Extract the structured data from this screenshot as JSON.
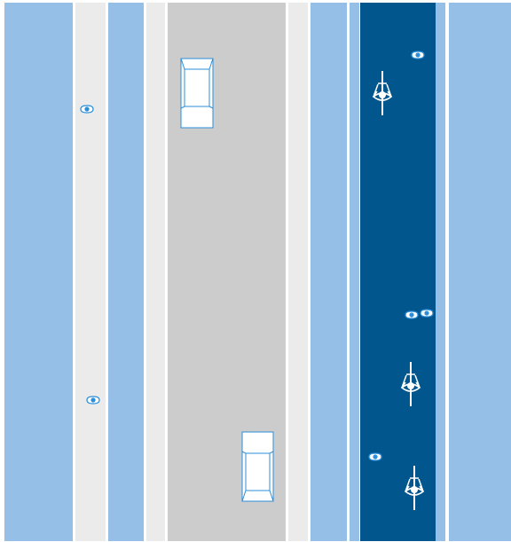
{
  "colors": {
    "background": "#ffffff",
    "zone_light_blue": "#96bfe7",
    "zone_white_gray": "#ebebeb",
    "roadway_gray": "#cccccc",
    "bike_lane_dark_blue": "#02568e",
    "vehicle_fill": "#ffffff",
    "vehicle_stroke": "#2b8ed9",
    "cyclist_fill": "#ffffff",
    "pedestrian_fill": "#ffffff",
    "pedestrian_stroke": "#2b8ed9"
  },
  "zones": [
    {
      "name": "zone-left-buffer",
      "kind": "light-blue"
    },
    {
      "name": "zone-left-sidewalk",
      "kind": "white-gray"
    },
    {
      "name": "zone-left-planting",
      "kind": "light-blue"
    },
    {
      "name": "zone-left-gutter",
      "kind": "white-gray"
    },
    {
      "name": "zone-roadway",
      "kind": "gray"
    },
    {
      "name": "zone-right-gutter",
      "kind": "white-gray"
    },
    {
      "name": "zone-right-planting",
      "kind": "light-blue"
    },
    {
      "name": "zone-bike-buffer",
      "kind": "light-blue"
    },
    {
      "name": "zone-bike-lane",
      "kind": "dark-blue"
    },
    {
      "name": "zone-bike-edge",
      "kind": "light-blue"
    },
    {
      "name": "zone-right-buffer",
      "kind": "light-blue"
    }
  ],
  "vehicles": [
    {
      "name": "vehicle-car-1",
      "icon": "car-top-view-icon"
    },
    {
      "name": "vehicle-car-2",
      "icon": "car-top-view-icon"
    }
  ],
  "cyclists": [
    {
      "name": "cyclist-1",
      "icon": "bicycle-rider-icon"
    },
    {
      "name": "cyclist-2",
      "icon": "bicycle-rider-icon"
    },
    {
      "name": "cyclist-3",
      "icon": "bicycle-rider-icon"
    }
  ],
  "pedestrians": [
    {
      "name": "pedestrian-1",
      "icon": "pedestrian-top-view-icon"
    },
    {
      "name": "pedestrian-2",
      "icon": "pedestrian-top-view-icon"
    },
    {
      "name": "pedestrian-3",
      "icon": "pedestrian-top-view-icon"
    },
    {
      "name": "pedestrian-4",
      "icon": "pedestrian-top-view-icon"
    },
    {
      "name": "pedestrian-5",
      "icon": "pedestrian-top-view-icon"
    },
    {
      "name": "pedestrian-6",
      "icon": "pedestrian-top-view-icon"
    }
  ]
}
